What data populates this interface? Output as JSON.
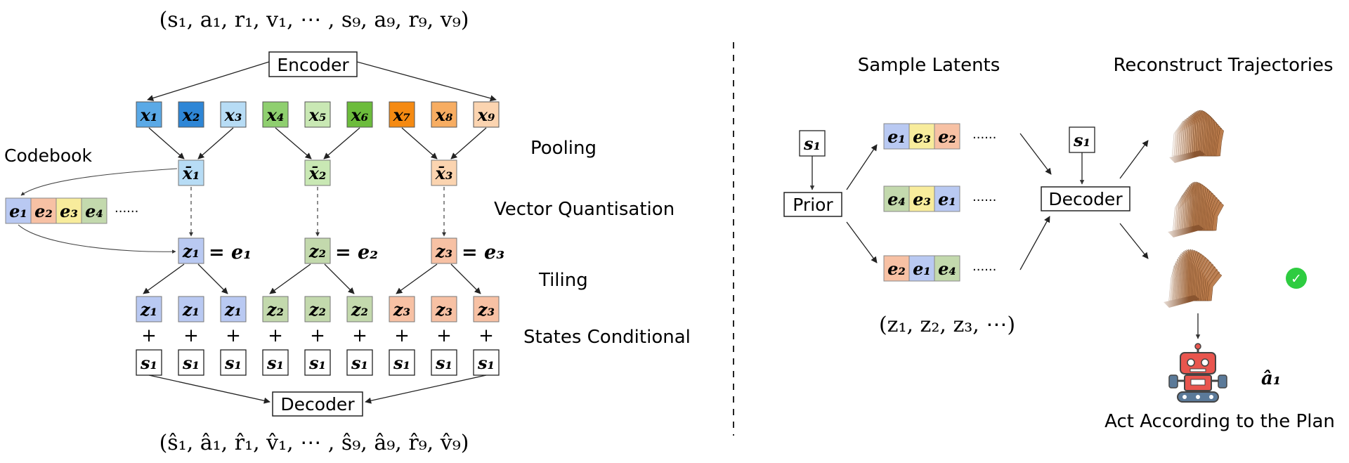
{
  "colors": {
    "x1": "#5aa9e6",
    "x2": "#2e86d6",
    "x3": "#b7dcf5",
    "x4": "#8fcf6f",
    "x5": "#c9e8b4",
    "x6": "#6cbc3c",
    "x7": "#f58a12",
    "x8": "#f7ad62",
    "x9": "#fbd4b0",
    "xbar1": "#b7dcf5",
    "xbar2": "#c9e8b4",
    "xbar3": "#fbd4b0",
    "e1": "#b9c9f2",
    "e2": "#f7c1a4",
    "e3": "#f8ec9c",
    "e4": "#c3d9ad",
    "z1": "#b9c9f2",
    "z2": "#c3d9ad",
    "z3": "#f7c1a4",
    "check": "#2ecc40",
    "robot_red": "#e8554e",
    "robot_blue": "#5b7a99",
    "arm": "#b97a4a"
  },
  "left": {
    "top_formula": "(s₁, a₁, r₁, v₁, ⋯ , s₉, a₉, r₉, v₉)",
    "bottom_formula": "(ŝ₁, â₁, r̂₁, v̂₁, ⋯ , ŝ₉, â₉, r̂₉, v̂₉)",
    "encoder": "Encoder",
    "decoder": "Decoder",
    "codebook_label": "Codebook",
    "codebook_ellipsis": "......",
    "x_tokens": [
      "x₁",
      "x₂",
      "x₃",
      "x₄",
      "x₅",
      "x₆",
      "x₇",
      "x₈",
      "x₉"
    ],
    "pooled": [
      "x̄₁",
      "x̄₂",
      "x̄₃"
    ],
    "quantised": [
      "z₁",
      "z₂",
      "z₃"
    ],
    "quantised_eq": [
      "= e₁",
      "= e₂",
      "= e₃"
    ],
    "codebook": [
      "e₁",
      "e₂",
      "e₃",
      "e₄"
    ],
    "tiled": [
      "z₁",
      "z₁",
      "z₁",
      "z₂",
      "z₂",
      "z₂",
      "z₃",
      "z₃",
      "z₃"
    ],
    "plus": "+",
    "state": "s₁",
    "stage_labels": {
      "pooling": "Pooling",
      "vq": "Vector Quantisation",
      "tiling": "Tiling",
      "states": "States Conditional"
    }
  },
  "right": {
    "sample_latents": "Sample Latents",
    "reconstruct": "Reconstruct Trajectories",
    "act": "Act According to the Plan",
    "prior": "Prior",
    "decoder": "Decoder",
    "state": "s₁",
    "ellipsis": "......",
    "seq_rows": [
      [
        "e₁",
        "e₃",
        "e₂"
      ],
      [
        "e₄",
        "e₃",
        "e₁"
      ],
      [
        "e₂",
        "e₁",
        "e₄"
      ]
    ],
    "seq_row_colors": [
      [
        "e1",
        "e3",
        "e2"
      ],
      [
        "e4",
        "e3",
        "e1"
      ],
      [
        "e2",
        "e1",
        "e4"
      ]
    ],
    "latent_formula": "(z₁, z₂, z₃, ⋯)",
    "action": "â₁",
    "check_mark": "✓"
  }
}
